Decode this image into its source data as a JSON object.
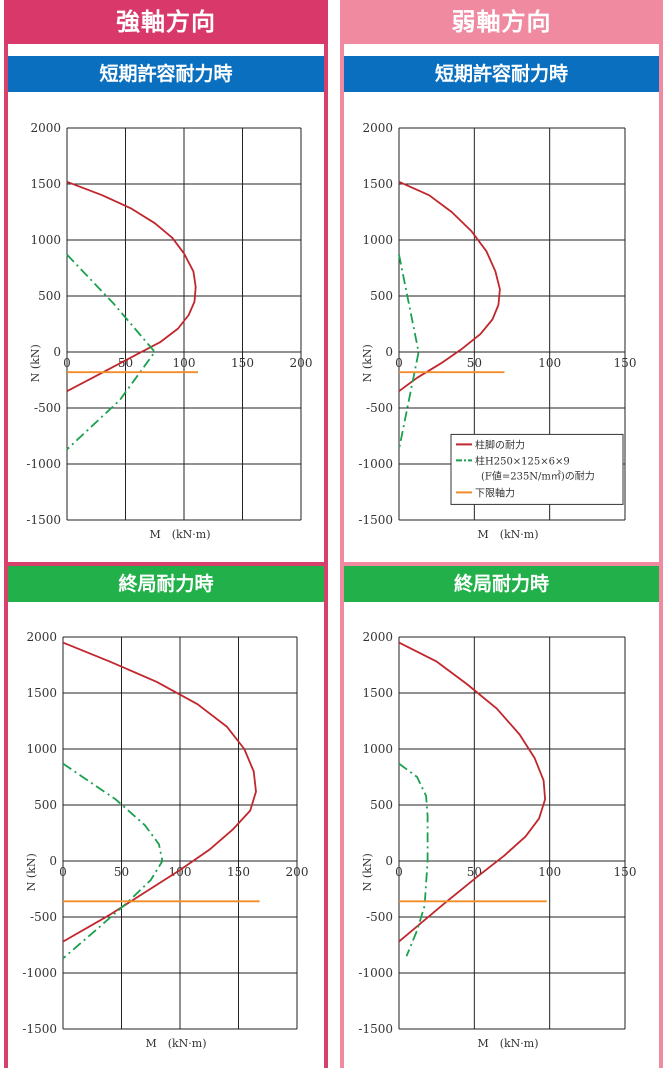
{
  "headers": {
    "strong": "強軸方向",
    "weak": "弱軸方向",
    "short_term": "短期許容耐力時",
    "ultimate": "終局耐力時"
  },
  "axis": {
    "xlabel": "M　(kN·m)",
    "ylabel": "N (kN)"
  },
  "legend": {
    "items": [
      {
        "label": "柱脚の耐力",
        "color": "#c0272d",
        "style": "solid"
      },
      {
        "label": "柱H250×125×6×9",
        "label2": "(F値=235N/m㎡)の耐力",
        "color": "#19a14e",
        "style": "dashdot"
      },
      {
        "label": "下限軸力",
        "color": "#f28c28",
        "style": "solid"
      }
    ]
  },
  "colors": {
    "capacity": "#c0272d",
    "column": "#19a14e",
    "limit": "#f28c28"
  },
  "chart_data": [
    {
      "type": "line",
      "panel": "strong-short",
      "xlim": [
        0,
        200
      ],
      "ylim": [
        -1500,
        2000
      ],
      "xticks": [
        0,
        50,
        100,
        150,
        200
      ],
      "yticks": [
        -1500,
        -1000,
        -500,
        0,
        500,
        1000,
        1500,
        2000
      ],
      "grid": true,
      "series": [
        {
          "key": "capacity",
          "x": [
            0,
            30,
            55,
            75,
            90,
            100,
            108,
            110,
            109,
            104,
            95,
            80,
            60,
            40,
            20,
            0
          ],
          "y": [
            1520,
            1400,
            1280,
            1150,
            1020,
            880,
            720,
            580,
            450,
            330,
            210,
            90,
            -20,
            -130,
            -240,
            -350
          ]
        },
        {
          "key": "column",
          "x": [
            0,
            40,
            75,
            45,
            0
          ],
          "y": [
            870,
            430,
            0,
            -430,
            -870
          ]
        },
        {
          "key": "limit",
          "x": [
            0,
            112
          ],
          "y": [
            -180,
            -180
          ]
        }
      ]
    },
    {
      "type": "line",
      "panel": "weak-short",
      "xlim": [
        0,
        150
      ],
      "ylim": [
        -1500,
        2000
      ],
      "xticks": [
        0,
        50,
        100,
        150
      ],
      "yticks": [
        -1500,
        -1000,
        -500,
        0,
        500,
        1000,
        1500,
        2000
      ],
      "grid": true,
      "legend_position": "bottom-right",
      "series": [
        {
          "key": "capacity",
          "x": [
            0,
            20,
            35,
            48,
            58,
            64,
            67,
            66,
            62,
            54,
            42,
            28,
            12,
            0
          ],
          "y": [
            1520,
            1400,
            1250,
            1080,
            900,
            720,
            560,
            420,
            290,
            160,
            30,
            -100,
            -230,
            -350
          ]
        },
        {
          "key": "column",
          "x": [
            0,
            13,
            0
          ],
          "y": [
            870,
            0,
            -870
          ]
        },
        {
          "key": "limit",
          "x": [
            0,
            70
          ],
          "y": [
            -180,
            -180
          ]
        }
      ]
    },
    {
      "type": "line",
      "panel": "strong-ultimate",
      "xlim": [
        0,
        200
      ],
      "ylim": [
        -1500,
        2000
      ],
      "xticks": [
        0,
        50,
        100,
        150,
        200
      ],
      "yticks": [
        -1500,
        -1000,
        -500,
        0,
        500,
        1000,
        1500,
        2000
      ],
      "grid": true,
      "series": [
        {
          "key": "capacity",
          "x": [
            0,
            40,
            80,
            115,
            140,
            155,
            163,
            165,
            160,
            145,
            125,
            100,
            70,
            40,
            0
          ],
          "y": [
            1950,
            1780,
            1600,
            1400,
            1200,
            1000,
            800,
            620,
            450,
            280,
            100,
            -80,
            -280,
            -480,
            -720
          ]
        },
        {
          "key": "column",
          "x": [
            0,
            45,
            70,
            82,
            85,
            75,
            55,
            30,
            0
          ],
          "y": [
            870,
            550,
            320,
            150,
            0,
            -170,
            -370,
            -600,
            -870
          ]
        },
        {
          "key": "limit",
          "x": [
            0,
            168
          ],
          "y": [
            -360,
            -360
          ]
        }
      ]
    },
    {
      "type": "line",
      "panel": "weak-ultimate",
      "xlim": [
        0,
        150
      ],
      "ylim": [
        -1500,
        2000
      ],
      "xticks": [
        0,
        50,
        100,
        150
      ],
      "yticks": [
        -1500,
        -1000,
        -500,
        0,
        500,
        1000,
        1500,
        2000
      ],
      "grid": true,
      "series": [
        {
          "key": "capacity",
          "x": [
            0,
            25,
            45,
            65,
            80,
            90,
            96,
            97,
            93,
            84,
            70,
            52,
            30,
            0
          ],
          "y": [
            1950,
            1780,
            1580,
            1360,
            1130,
            920,
            720,
            550,
            380,
            220,
            50,
            -140,
            -380,
            -720
          ]
        },
        {
          "key": "column",
          "x": [
            0,
            12,
            18,
            19,
            19,
            17,
            12,
            5
          ],
          "y": [
            870,
            750,
            580,
            400,
            0,
            -400,
            -620,
            -850
          ]
        },
        {
          "key": "limit",
          "x": [
            0,
            98
          ],
          "y": [
            -360,
            -360
          ]
        }
      ]
    }
  ]
}
